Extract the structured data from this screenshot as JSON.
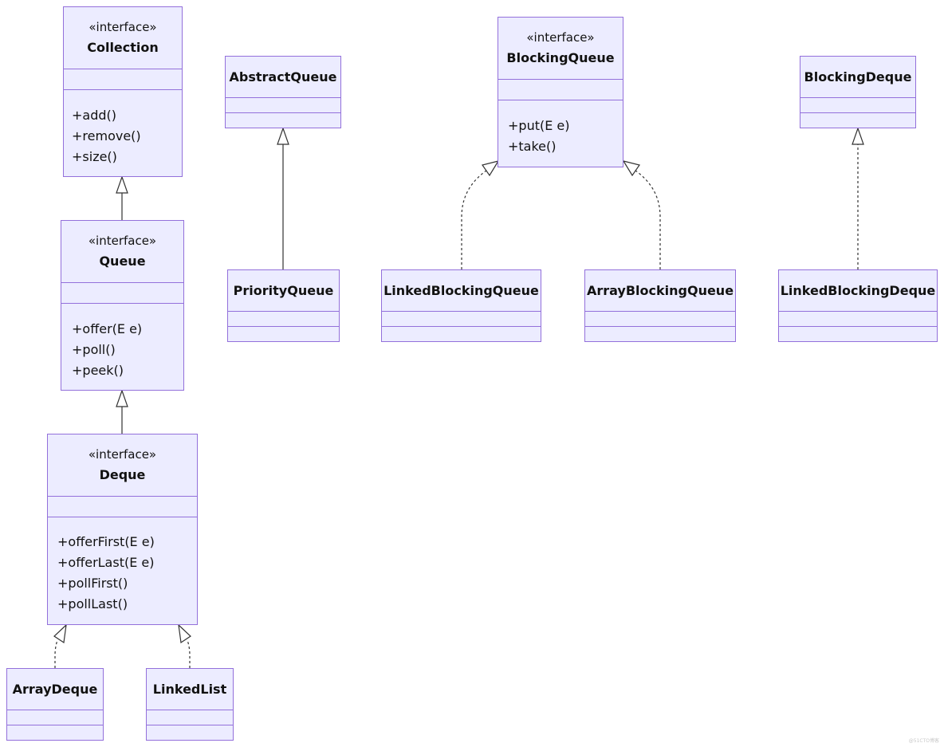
{
  "classes": {
    "collection": {
      "stereotype": "«interface»",
      "name": "Collection",
      "methods": [
        "+add()",
        "+remove()",
        "+size()"
      ]
    },
    "queue": {
      "stereotype": "«interface»",
      "name": "Queue",
      "methods": [
        "+offer(E e)",
        "+poll()",
        "+peek()"
      ]
    },
    "deque": {
      "stereotype": "«interface»",
      "name": "Deque",
      "methods": [
        "+offerFirst(E e)",
        "+offerLast(E e)",
        "+pollFirst()",
        "+pollLast()"
      ]
    },
    "abstract_queue": {
      "name": "AbstractQueue"
    },
    "priority_queue": {
      "name": "PriorityQueue"
    },
    "blocking_queue": {
      "stereotype": "«interface»",
      "name": "BlockingQueue",
      "methods": [
        "+put(E e)",
        "+take()"
      ]
    },
    "linked_blocking_queue": {
      "name": "LinkedBlockingQueue"
    },
    "array_blocking_queue": {
      "name": "ArrayBlockingQueue"
    },
    "blocking_deque": {
      "name": "BlockingDeque"
    },
    "linked_blocking_deque": {
      "name": "LinkedBlockingDeque"
    },
    "array_deque": {
      "name": "ArrayDeque"
    },
    "linked_list": {
      "name": "LinkedList"
    }
  },
  "relations": [
    {
      "from": "Queue",
      "to": "Collection",
      "kind": "inheritance"
    },
    {
      "from": "Deque",
      "to": "Queue",
      "kind": "inheritance"
    },
    {
      "from": "PriorityQueue",
      "to": "AbstractQueue",
      "kind": "inheritance"
    },
    {
      "from": "LinkedBlockingQueue",
      "to": "BlockingQueue",
      "kind": "realization"
    },
    {
      "from": "ArrayBlockingQueue",
      "to": "BlockingQueue",
      "kind": "realization"
    },
    {
      "from": "LinkedBlockingDeque",
      "to": "BlockingDeque",
      "kind": "realization"
    },
    {
      "from": "ArrayDeque",
      "to": "Deque",
      "kind": "realization"
    },
    {
      "from": "LinkedList",
      "to": "Deque",
      "kind": "realization"
    }
  ],
  "colors": {
    "class_fill": "#ECECFF",
    "class_border": "#9370DB",
    "edge": "#333333"
  },
  "watermark": "@51CTO博客"
}
